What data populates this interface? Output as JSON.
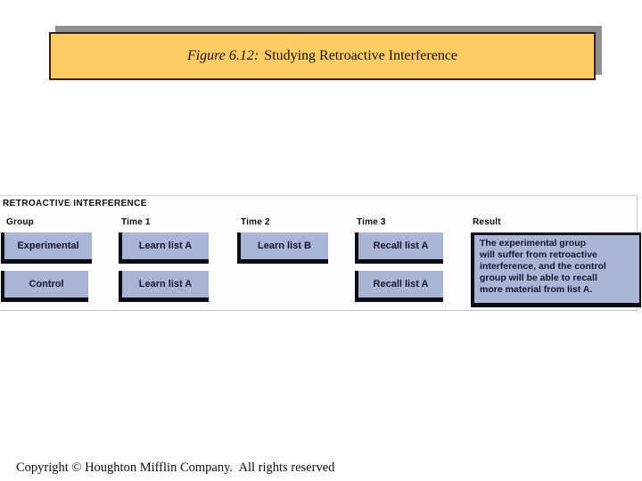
{
  "slide": {
    "title": {
      "figure_label": "Figure 6.12:",
      "title_text": "Studying Retroactive Interference"
    },
    "footer_text": "Copyright © Houghton Mifflin Company.  All rights reserved"
  },
  "diagram": {
    "heading": "RETROACTIVE INTERFERENCE",
    "columns": [
      "Group",
      "Time 1",
      "Time 2",
      "Time 3",
      "Result"
    ],
    "rows": {
      "experimental": {
        "group": "Experimental",
        "time1": "Learn list A",
        "time2": "Learn list B",
        "time3": "Recall list A"
      },
      "control": {
        "group": "Control",
        "time1": "Learn list A",
        "time3": "Recall list A"
      }
    },
    "result_lines": [
      "The experimental group",
      "will suffer from retroactive",
      "interference, and the control",
      "group will be able to recall",
      "more material from list A."
    ],
    "colors": {
      "banner_fill": "#ffcb66",
      "banner_border": "#31210a",
      "banner_shadow": "#8e8e8e",
      "box_fill": "#abb4d5",
      "box_border": "#0b0b13",
      "box_text": "#15152e"
    }
  }
}
